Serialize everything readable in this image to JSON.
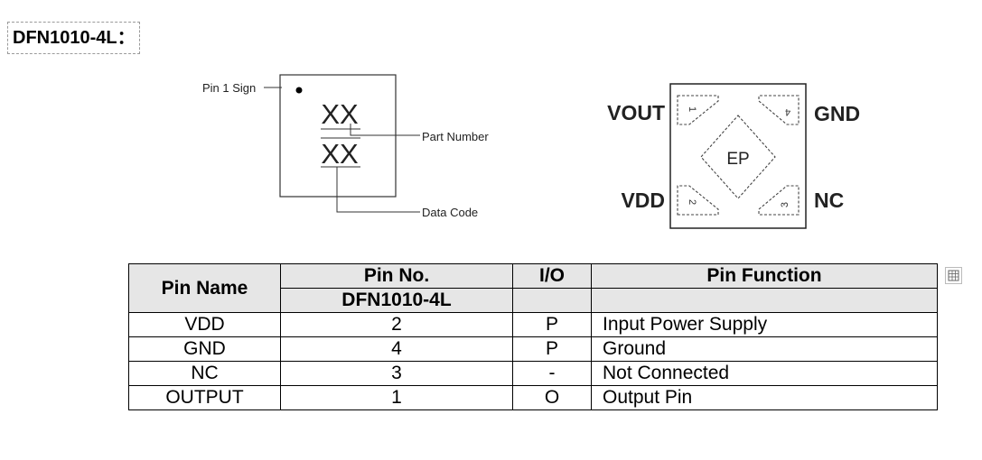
{
  "heading": {
    "package_title": "DFN1010-4L："
  },
  "marking": {
    "pin1_label": "Pin 1 Sign",
    "top_code": "XX",
    "bottom_code": "XX",
    "part_number_label": "Part Number",
    "data_code_label": "Data Code"
  },
  "pinout": {
    "vout": "VOUT",
    "gnd": "GND",
    "vdd": "VDD",
    "nc": "NC",
    "ep": "EP",
    "pin_numbers": {
      "pin1": "1",
      "pin2": "2",
      "pin3": "3",
      "pin4": "4"
    }
  },
  "pin_table": {
    "headers": {
      "pin_name": "Pin Name",
      "pin_no": "Pin No.",
      "io": "I/O",
      "pin_function": "Pin Function",
      "package": "DFN1010-4L"
    },
    "rows": [
      {
        "name": "VDD",
        "no": "2",
        "io": "P",
        "function": "Input Power Supply"
      },
      {
        "name": "GND",
        "no": "4",
        "io": "P",
        "function": "Ground"
      },
      {
        "name": "NC",
        "no": "3",
        "io": "-",
        "function": "Not Connected"
      },
      {
        "name": "OUTPUT",
        "no": "1",
        "io": "O",
        "function": "Output Pin"
      }
    ]
  },
  "icons": {
    "corner": "document-grid-icon"
  },
  "colors": {
    "header_bg": "#e6e6e6",
    "title_border": "#9a9a9a"
  }
}
